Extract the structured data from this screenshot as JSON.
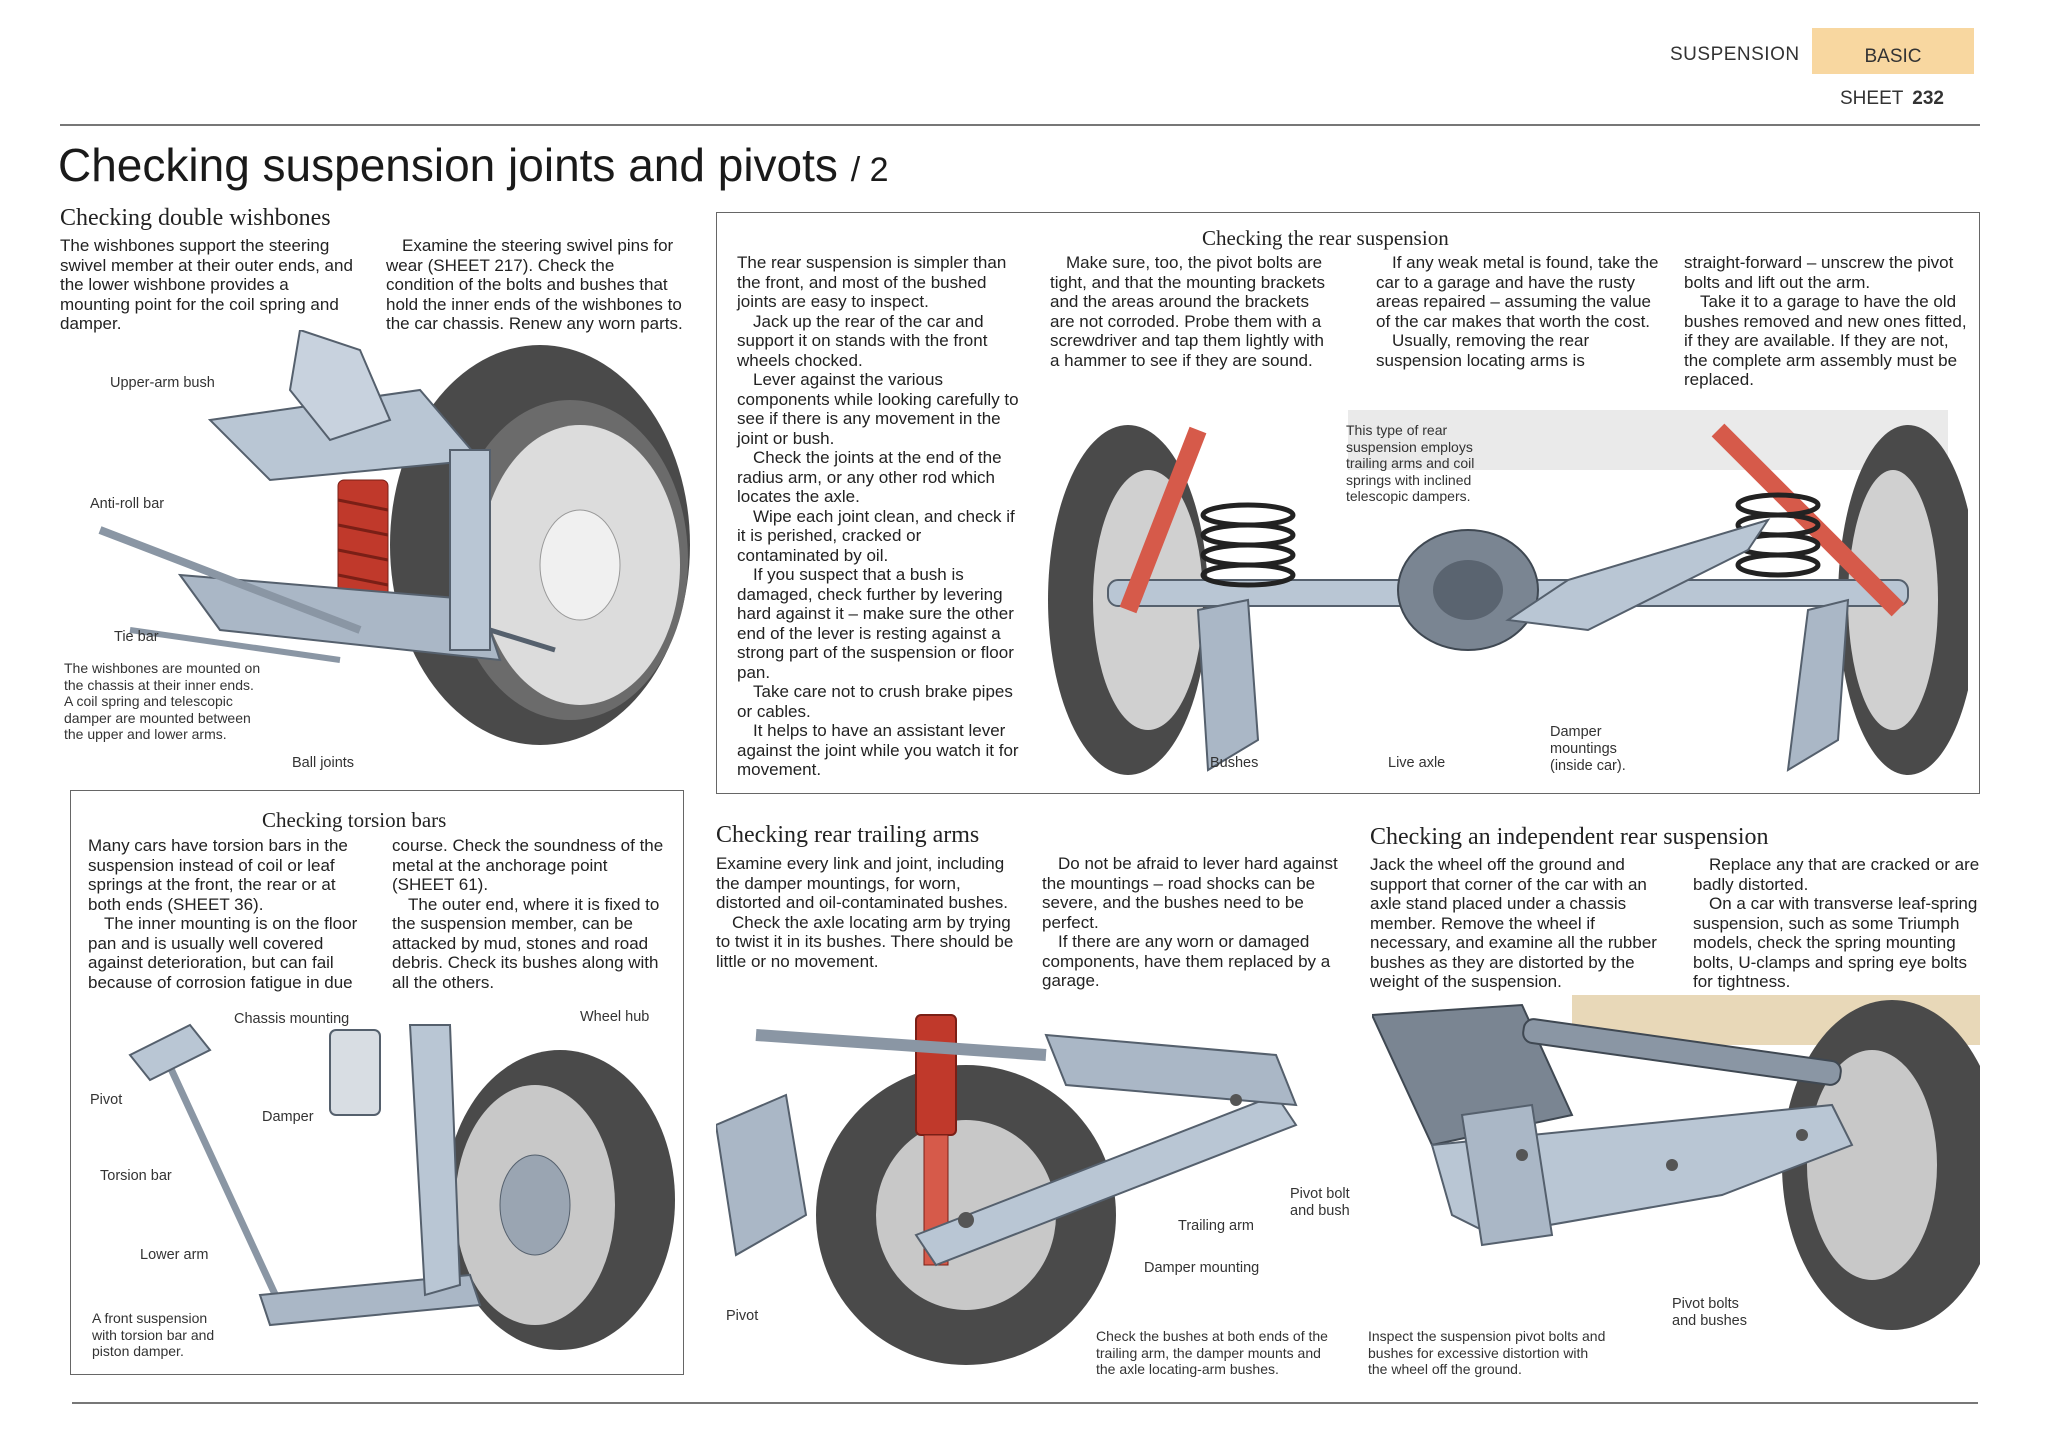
{
  "header": {
    "section": "SUSPENSION",
    "level": "BASIC",
    "sheet_label": "SHEET",
    "sheet_number": "232"
  },
  "title": {
    "main": "Checking suspension joints and pivots",
    "part": "/ 2"
  },
  "colors": {
    "basic_tab": "#f8d7a0",
    "rule": "#777777",
    "metal": "#b9c6d4",
    "tyre": "#4a4a4a",
    "spring_red": "#c0392b",
    "damper_red": "#d65a4a"
  },
  "wishbones": {
    "heading": "Checking double wishbones",
    "col1": [
      "The wishbones support the steering swivel member at their outer ends, and the lower wishbone provides a mounting point for the coil spring and damper."
    ],
    "col2": [
      "Examine the steering swivel pins for wear (SHEET 217). Check the condition of the bolts and bushes that hold the inner ends of the wishbones to the car chassis. Renew any worn parts."
    ],
    "labels": {
      "upper_arm_bush": "Upper-arm bush",
      "anti_roll_bar": "Anti-roll bar",
      "tie_bar": "Tie bar",
      "ball_joints": "Ball joints"
    },
    "caption": "The wishbones are mounted on the chassis at their inner ends. A coil spring and telescopic damper are mounted between the upper and lower arms."
  },
  "rear_suspension": {
    "heading": "Checking the rear suspension",
    "col1": [
      "The rear suspension is simpler than the front, and most of the bushed joints are easy to inspect.",
      "Jack up the rear of the car and support it on stands with the front wheels chocked.",
      "Lever against the various components while looking carefully to see if there is any movement in the joint or bush.",
      "Check the joints at the end of the radius arm, or any other rod which locates the axle.",
      "Wipe each joint clean, and check if it is perished, cracked or contaminated by oil.",
      "If you suspect that a bush is damaged, check further by levering hard against it – make sure the other end of the lever is resting against a strong part of the suspension or floor pan.",
      "Take care not to crush brake pipes or cables.",
      "It helps to have an assistant lever against the joint while you watch it for movement."
    ],
    "col2": [
      "Make sure, too, the pivot bolts are tight, and that the mounting brackets and the areas around the brackets are not corroded. Probe them with a screwdriver and tap them lightly with a hammer to see if they are sound."
    ],
    "col3": [
      "If any weak metal is found, take the car to a garage and have the rusty areas repaired – assuming the value of the car makes that worth the cost.",
      "Usually, removing the rear suspension locating arms is"
    ],
    "col4": [
      "straight-forward – unscrew the pivot bolts and lift out the arm.",
      "Take it to a garage to have the old bushes removed and new ones fitted, if they are available. If they are not, the complete arm assembly must be replaced."
    ],
    "caption": "This type of rear suspension employs trailing arms and coil springs with inclined telescopic dampers.",
    "labels": {
      "bushes": "Bushes",
      "live_axle": "Live axle",
      "damper_mountings": "Damper mountings (inside car)."
    }
  },
  "torsion": {
    "heading": "Checking torsion bars",
    "col1": [
      "Many cars have torsion bars in the suspension instead of coil or leaf springs at the front, the rear or at both ends (SHEET 36).",
      "The inner mounting is on the floor pan and is usually well covered against deterioration, but can fail because of corrosion fatigue in due"
    ],
    "col2": [
      "course. Check the soundness of the metal at the anchorage point (SHEET 61).",
      "The outer end, where it is fixed to the suspension member, can be attacked by mud, stones and road debris. Check its bushes along with all the others."
    ],
    "labels": {
      "chassis_mounting": "Chassis mounting",
      "wheel_hub": "Wheel hub",
      "pivot": "Pivot",
      "damper": "Damper",
      "torsion_bar": "Torsion bar",
      "lower_arm": "Lower arm"
    },
    "caption": "A front suspension with torsion bar and piston damper."
  },
  "trailing": {
    "heading": "Checking rear trailing arms",
    "col1": [
      "Examine every link and joint, including the damper mountings, for worn, distorted and oil-contaminated bushes.",
      "Check the axle locating arm by trying to twist it in its bushes. There should be little or no movement."
    ],
    "col2": [
      "Do not be afraid to lever hard against the mountings – road shocks can be severe, and the bushes need to be perfect.",
      "If there are any worn or damaged components, have them replaced by a garage."
    ],
    "labels": {
      "pivot_bolt": "Pivot bolt and bush",
      "trailing_arm": "Trailing arm",
      "damper_mounting": "Damper mounting",
      "pivot": "Pivot"
    },
    "caption": "Check the bushes at both ends of the trailing arm, the damper mounts and the axle locating-arm bushes."
  },
  "independent": {
    "heading": "Checking an independent rear suspension",
    "col1": [
      "Jack the wheel off the ground and support that corner of the car with an axle stand placed under a chassis member. Remove the wheel if necessary, and examine all the rubber bushes as they are distorted by the weight of the suspension."
    ],
    "col2": [
      "Replace any that are cracked or are badly distorted.",
      "On a car with transverse leaf-spring suspension, such as some Triumph models, check the spring mounting bolts, U-clamps and spring eye bolts for tightness."
    ],
    "labels": {
      "pivot_bolts": "Pivot bolts and bushes"
    },
    "caption": "Inspect the suspension pivot bolts and bushes for excessive distortion with the wheel off the ground."
  }
}
